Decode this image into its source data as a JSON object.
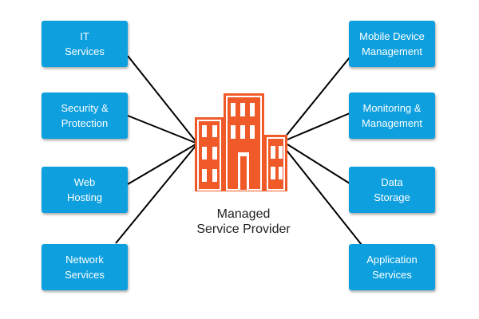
{
  "hub": {
    "label_line1": "Managed",
    "label_line2": "Service Provider",
    "icon": "building-icon"
  },
  "services": {
    "left": [
      {
        "line1": "IT",
        "line2": "Services"
      },
      {
        "line1": "Security &",
        "line2": "Protection"
      },
      {
        "line1": "Web",
        "line2": "Hosting"
      },
      {
        "line1": "Network",
        "line2": "Services"
      }
    ],
    "right": [
      {
        "line1": "Mobile Device",
        "line2": "Management"
      },
      {
        "line1": "Monitoring &",
        "line2": "Management"
      },
      {
        "line1": "Data",
        "line2": "Storage"
      },
      {
        "line1": "Application",
        "line2": "Services"
      }
    ]
  },
  "colors": {
    "box_fill": "#0d9fde",
    "box_text": "#ffffff",
    "building": "#f05a28",
    "connector": "#000000"
  }
}
